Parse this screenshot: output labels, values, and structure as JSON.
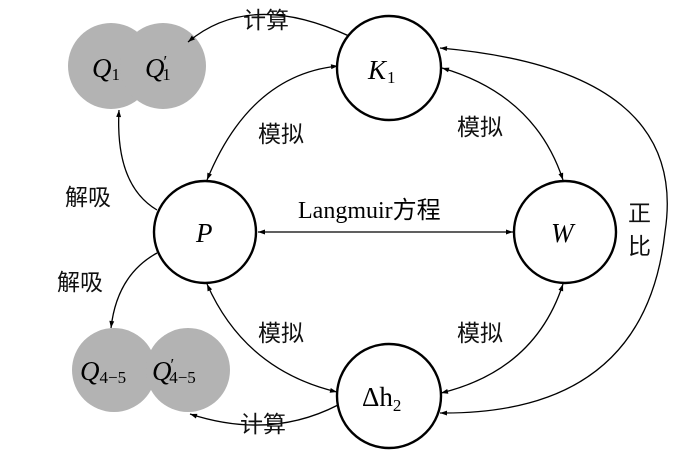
{
  "diagram": {
    "nodes": {
      "K1": {
        "symbol": "K",
        "subscript": "1"
      },
      "P": {
        "symbol": "P"
      },
      "W": {
        "symbol": "W"
      },
      "dh2": {
        "symbol": "Δh",
        "subscript": "2"
      }
    },
    "outputs": {
      "Q1": {
        "symbol": "Q",
        "subscript": "1"
      },
      "Q1_prime": {
        "symbol": "Q",
        "prime": "′",
        "subscript": "1"
      },
      "Q45": {
        "symbol": "Q",
        "subscript": "4−5"
      },
      "Q45_prime": {
        "symbol": "Q",
        "prime": "′",
        "subscript": "4−5"
      }
    },
    "edge_labels": {
      "calc_top": "计算",
      "calc_bottom": "计算",
      "simulate_k1_p": "模拟",
      "simulate_k1_w": "模拟",
      "simulate_p_dh2": "模拟",
      "simulate_w_dh2": "模拟",
      "desorb_top": "解吸",
      "desorb_bottom": "解吸",
      "langmuir": "Langmuir方程",
      "proportional_1": "正",
      "proportional_2": "比"
    },
    "colors": {
      "output_fill": "#b3b3b3",
      "stroke": "#000000"
    }
  }
}
